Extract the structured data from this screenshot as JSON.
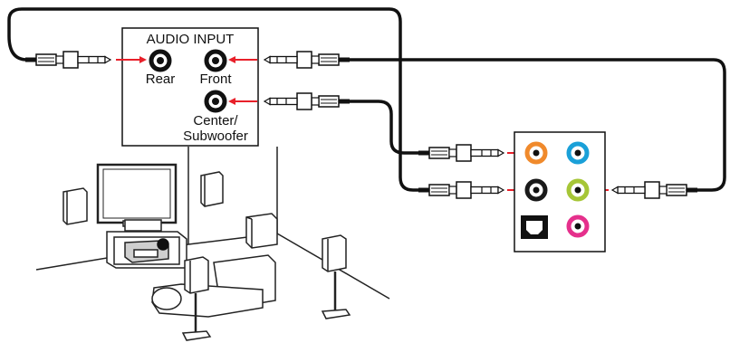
{
  "audio_input": {
    "title": "AUDIO INPUT",
    "rear": "Rear",
    "front": "Front",
    "center_subwoofer_line1": "Center/",
    "center_subwoofer_line2": "Subwoofer"
  },
  "colors": {
    "cable": "#111111",
    "arrow": "#e8202a",
    "port_orange": "#f08a2c",
    "port_blue": "#1aa0d8",
    "port_black": "#1a1a1a",
    "port_green": "#a6c637",
    "port_pink": "#e5308c",
    "room_line": "#222222"
  }
}
